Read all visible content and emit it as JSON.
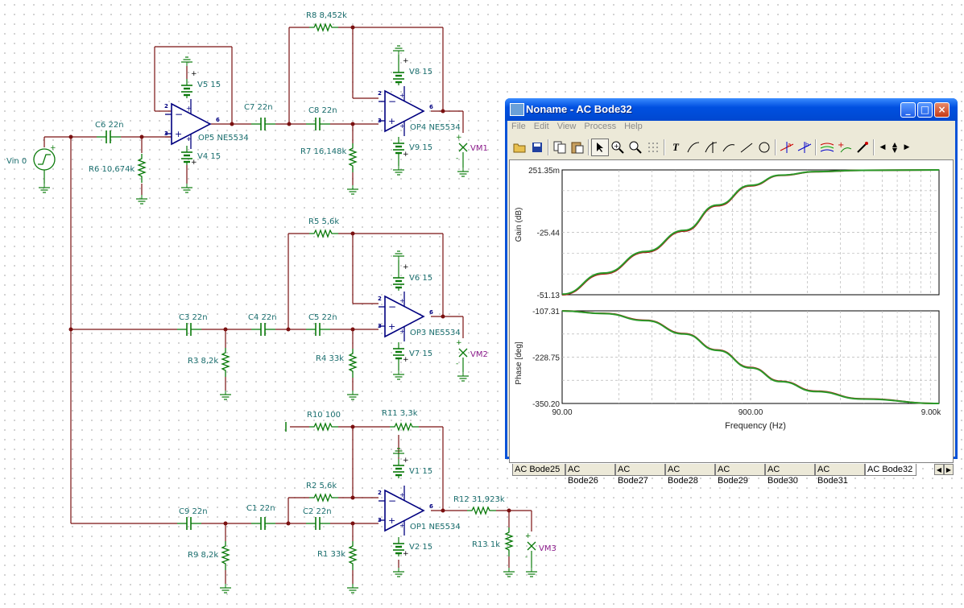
{
  "schematic": {
    "components": {
      "vin": "Vin 0",
      "c6": "C6 22n",
      "r6": "R6 10,674k",
      "op5": "OP5 NE5534",
      "v5": "V5 15",
      "v4": "V4 15",
      "c7": "C7 22n",
      "r8": "R8 8,452k",
      "c8": "C8 22n",
      "r7": "R7 16,148k",
      "op4": "OP4 NE5534",
      "v8": "V8 15",
      "v9": "V9 15",
      "vm1": "VM1",
      "r5": "R5 5,6k",
      "c3": "C3 22n",
      "c4": "C4 22n",
      "c5": "C5 22n",
      "r3": "R3 8,2k",
      "r4": "R4 33k",
      "op3": "OP3 NE5534",
      "v6": "V6 15",
      "v7": "V7 15",
      "vm2": "VM2",
      "r10": "R10 100",
      "r11": "R11 3,3k",
      "r2": "R2 5,6k",
      "c9": "C9 22n",
      "c1": "C1 22n",
      "c2": "C2 22n",
      "r9": "R9 8,2k",
      "r1": "R1 33k",
      "op1": "OP1 NE5534",
      "v1": "V1 15",
      "v2": "V2 15",
      "r12": "R12 31,923k",
      "r13": "R13 1k",
      "vm3": "VM3"
    },
    "pins": {
      "in_minus": "2",
      "in_plus": "3",
      "out": "6"
    }
  },
  "window": {
    "title": "Noname - AC Bode32",
    "buttons": {
      "minimize": "_",
      "maximize": "□",
      "close": "×"
    },
    "menu": [
      "File",
      "Edit",
      "View",
      "Process",
      "Help"
    ],
    "toolbar_icons": [
      "open-icon",
      "save-icon",
      "copy-icon",
      "paste-icon",
      "pointer-icon",
      "zoom-in-icon",
      "zoom-100-icon",
      "grid-icon",
      "text-icon",
      "cursor-a-icon",
      "cursor-b-icon",
      "curve-icon",
      "line-icon",
      "ellipse-icon",
      "marker-a-icon",
      "marker-b-icon",
      "multi-curve-icon",
      "add-marker-icon",
      "pick-icon",
      "nav-left-icon",
      "nav-updown-icon",
      "nav-right-icon"
    ],
    "tabs": [
      "AC Bode25",
      "AC Bode26",
      "AC Bode27",
      "AC Bode28",
      "AC Bode29",
      "AC Bode30",
      "AC Bode31",
      "AC Bode32"
    ],
    "active_tab": "AC Bode32"
  },
  "chart_data": [
    {
      "type": "line",
      "title": "",
      "xlabel": "",
      "ylabel": "Gain (dB)",
      "x_scale": "log",
      "xlim": [
        90,
        9000
      ],
      "ylim": [
        -51.13,
        0.25135
      ],
      "yticks": [
        -51.13,
        -25.44,
        0.25135
      ],
      "ytick_labels": [
        "-51.13",
        "-25.44",
        "251.35m"
      ],
      "grid": true,
      "series": [
        {
          "color": "#b01010",
          "x": [
            90,
            150,
            250,
            400,
            600,
            900,
            1300,
            2000,
            3500,
            9000
          ],
          "y": [
            -51.13,
            -42.5,
            -33.6,
            -24.9,
            -14.5,
            -6.3,
            -2.0,
            -0.5,
            0.1,
            0.25
          ]
        },
        {
          "color": "#2a9a2a",
          "x": [
            90,
            150,
            250,
            400,
            600,
            900,
            1300,
            2000,
            3500,
            9000
          ],
          "y": [
            -50.9,
            -42.2,
            -33.3,
            -24.6,
            -14.2,
            -6.1,
            -1.9,
            -0.45,
            0.1,
            0.25
          ]
        }
      ]
    },
    {
      "type": "line",
      "title": "",
      "xlabel": "Frequency (Hz)",
      "ylabel": "Phase [deg]",
      "x_scale": "log",
      "xlim": [
        90,
        9000
      ],
      "ylim": [
        -350.2,
        -107.31
      ],
      "yticks": [
        -350.2,
        -228.75,
        -107.31
      ],
      "ytick_labels": [
        "-350.20",
        "-228.75",
        "-107.31"
      ],
      "xticks": [
        90,
        900,
        9000
      ],
      "xtick_labels": [
        "90.00",
        "900.00",
        "9.00k"
      ],
      "grid": true,
      "series": [
        {
          "color": "#b01010",
          "x": [
            90,
            150,
            250,
            400,
            600,
            900,
            1300,
            2000,
            3500,
            9000
          ],
          "y": [
            -107.3,
            -114,
            -132,
            -167,
            -210,
            -256,
            -292,
            -318,
            -338,
            -350.2
          ]
        },
        {
          "color": "#2a9a2a",
          "x": [
            90,
            150,
            250,
            400,
            600,
            900,
            1300,
            2000,
            3500,
            9000
          ],
          "y": [
            -107.5,
            -114.5,
            -133,
            -168,
            -211,
            -257,
            -293,
            -319,
            -338.5,
            -350.2
          ]
        }
      ]
    }
  ]
}
